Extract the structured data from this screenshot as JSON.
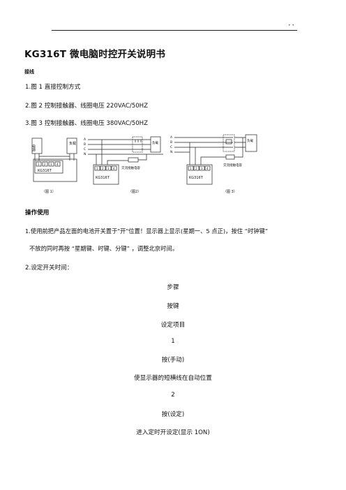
{
  "header": {
    "mark": "• •"
  },
  "title": "KG316T 微电脑时控开关说明书",
  "wiring": {
    "heading": "接线",
    "items": [
      "1.图 1 直接控制方式",
      "2.图 2 控制接触器、线圈电压 220VAC/50HZ",
      "3.图 3 控制接触器、线圈电压 380VAC/50HZ"
    ]
  },
  "figures": {
    "fig1": {
      "source_label": "电源",
      "load_label": "负载",
      "device_label": "KG316T",
      "caption": "（图 1）",
      "terminals": [
        "1",
        "2",
        "3",
        "4"
      ]
    },
    "fig2": {
      "phase_labels": [
        "A",
        "B",
        "C",
        "N"
      ],
      "load_label": "负载",
      "contactor_label": "交流接触电容",
      "device_label": "KG316T",
      "caption": "（图2）",
      "terminals": [
        "1",
        "2",
        "3",
        "4"
      ]
    },
    "fig3": {
      "phase_labels": [
        "A",
        "B",
        "C",
        "N"
      ],
      "load_label": "负载",
      "contactor_label": "交流接触电容",
      "device_label": "KG316T",
      "caption": "（图 3）",
      "terminals": [
        "1",
        "2",
        "3",
        "4"
      ]
    }
  },
  "operation": {
    "heading": "操作使用",
    "para1_line1": "1.使用前把产品左面的电池开关置于\"开\"位置！显示器上显示(星期一、5 点正)，按住 “时钟键”",
    "para1_line2": "不放的同时再按 “星期键、时键、分键” ，调整北京时间。",
    "para2": "2.设定开关时间："
  },
  "steps": [
    "步骤",
    "按键",
    "设定项目",
    "1",
    "按(手动)",
    "使显示器的短横线在自动位置",
    "2",
    "按(设定)",
    "进入定时开设定(显示 1ON)"
  ]
}
